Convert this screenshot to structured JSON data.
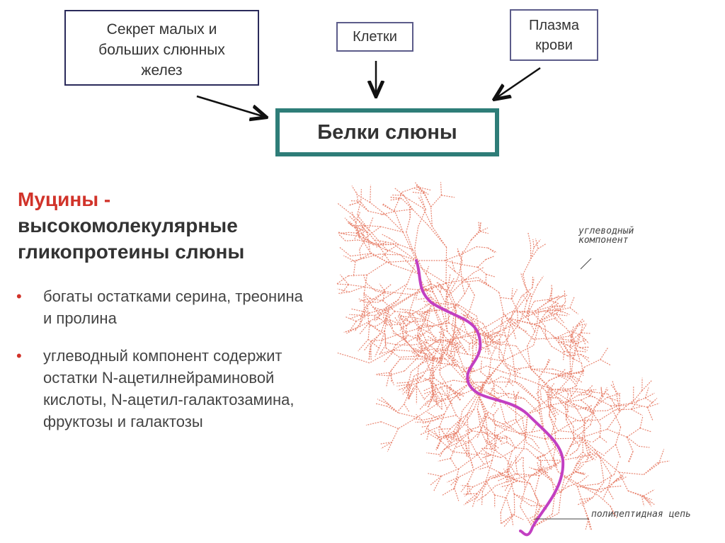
{
  "boxes": {
    "secretion": "Секрет малых  и\nбольших слюнных\nжелез",
    "cells": "Клетки",
    "plasma": "Плазма\nкрови",
    "proteins": "Белки слюны"
  },
  "mucins": {
    "title_red": "Муцины -",
    "title_dark": "высокомолекулярные гликопротеины слюны",
    "bullets": [
      "богаты остатками серина, треонина и пролина",
      "углеводный компонент содержит остатки N-ацетилнейраминовой кислоты,         N-ацетил-галактозамина, фруктозы и галактозы"
    ]
  },
  "figure": {
    "label_carbohydrate": "углеводный компонент",
    "label_polypeptide": "полипептидная цепь",
    "branch_color": "#e8846f",
    "chain_color": "#c23fc2"
  },
  "colors": {
    "accent_red": "#d1332a",
    "teal_border": "#2e7d78",
    "navy_border": "#2a2a5a"
  }
}
